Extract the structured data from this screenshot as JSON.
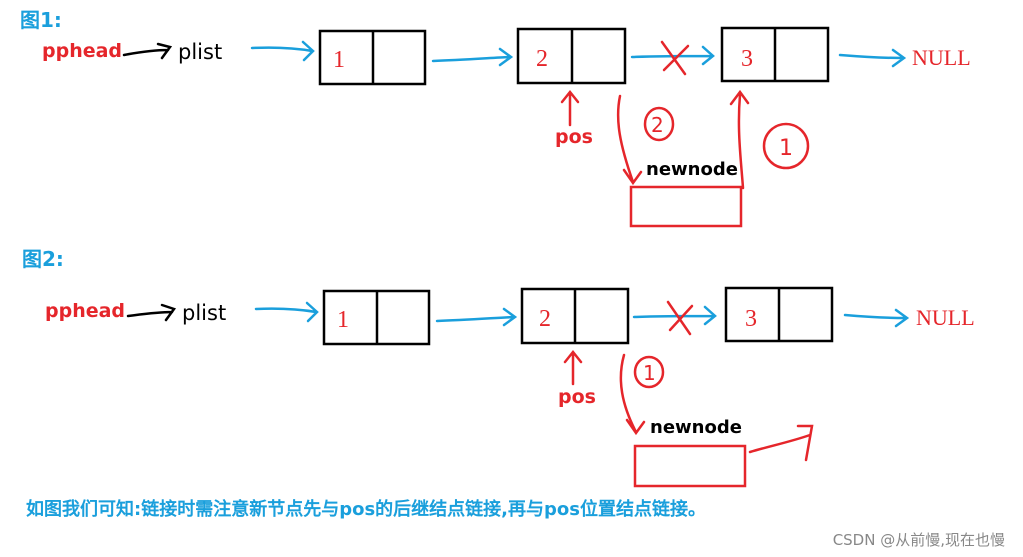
{
  "figure1": {
    "title": "图1:",
    "pphead": "pphead",
    "plist": "plist",
    "node1": "1",
    "node2": "2",
    "node3": "3",
    "null": "NULL",
    "pos": "pos",
    "newnode": "newnode",
    "step_a": "2",
    "step_b": "1"
  },
  "figure2": {
    "title": "图2:",
    "pphead": "pphead",
    "plist": "plist",
    "node1": "1",
    "node2": "2",
    "node3": "3",
    "null": "NULL",
    "pos": "pos",
    "newnode": "newnode",
    "step": "1"
  },
  "caption": "如图我们可知:链接时需注意新节点先与pos的后继结点链接,再与pos位置结点链接。",
  "watermark": "CSDN @从前慢,现在也慢",
  "colors": {
    "blue": "#1a9fdc",
    "red": "#e5262b",
    "black": "#000000",
    "gray": "#888888"
  }
}
